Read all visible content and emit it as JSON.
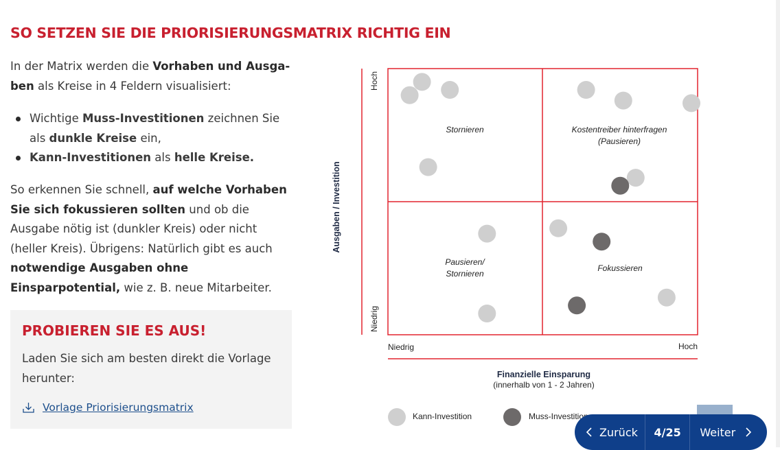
{
  "heading": "SO SETZEN SIE DIE PRIORISIERUNGSMATRIX RICHTIG EIN",
  "intro": {
    "t1": "In der Matrix werden die ",
    "b1": "Vorhaben und Ausga-ben",
    "t2": " als Kreise in 4 Feldern visualisiert:"
  },
  "bullets": [
    {
      "t1": "Wichtige ",
      "b1": "Muss-Investitionen",
      "t2": " zeichnen Sie als ",
      "b2": "dunkle Kreise",
      "t3": " ein,"
    },
    {
      "t1": "",
      "b1": "Kann-Investitionen",
      "t2": " als ",
      "b2": "helle Kreise.",
      "t3": ""
    }
  ],
  "para2": {
    "t1": "So erkennen Sie schnell, ",
    "b1": "auf welche Vorhaben Sie sich fokussieren sollten",
    "t2": " und ob die Ausgabe nötig ist (dunkler Kreis) oder nicht (heller Kreis). Übrigens: Natürlich gibt es auch ",
    "b2": "notwendige Ausgaben ohne Einsparpotential,",
    "t3": " wie z. B. neue Mitarbeiter."
  },
  "tip": {
    "title": "PROBIEREN SIE ES AUS!",
    "text": "Laden Sie sich am besten direkt die Vorlage herunter:",
    "link": "Vorlage Priorisierungsmatrix",
    "link_icon": "download-icon"
  },
  "matrix": {
    "y_axis_label": "Ausgaben / Investition",
    "y_high": "Hoch",
    "y_low": "Niedrig",
    "x_low": "Niedrig",
    "x_high": "Hoch",
    "x_axis_title": "Finanzielle Einsparung",
    "x_axis_subtitle": "(innerhalb von 1 - 2 Jahren)",
    "q_top_left": "Stornieren",
    "q_top_right_1": "Kostentreiber hinterfragen",
    "q_top_right_2": "(Pausieren)",
    "q_bottom_left_1": "Pausieren/",
    "q_bottom_left_2": "Stornieren",
    "q_bottom_right": "Fokussieren",
    "legend_light": "Kann-Investition",
    "legend_dark": "Muss-Investition",
    "light_color": "#cfcfcf",
    "dark_color": "#6d6a6a",
    "line_color": "#e2232e",
    "points": [
      {
        "type": "kann",
        "x": 0.11,
        "y": 0.95
      },
      {
        "type": "kann",
        "x": 0.2,
        "y": 0.92
      },
      {
        "type": "kann",
        "x": 0.07,
        "y": 0.9
      },
      {
        "type": "kann",
        "x": 0.98,
        "y": 0.87
      },
      {
        "type": "kann",
        "x": 0.64,
        "y": 0.92
      },
      {
        "type": "kann",
        "x": 0.76,
        "y": 0.88
      },
      {
        "type": "kann",
        "x": 0.13,
        "y": 0.63
      },
      {
        "type": "kann",
        "x": 0.8,
        "y": 0.59
      },
      {
        "type": "muss",
        "x": 0.75,
        "y": 0.56
      },
      {
        "type": "kann",
        "x": 0.32,
        "y": 0.38
      },
      {
        "type": "kann",
        "x": 0.55,
        "y": 0.4
      },
      {
        "type": "muss",
        "x": 0.69,
        "y": 0.35
      },
      {
        "type": "kann",
        "x": 0.9,
        "y": 0.14
      },
      {
        "type": "muss",
        "x": 0.61,
        "y": 0.11
      },
      {
        "type": "kann",
        "x": 0.32,
        "y": 0.08
      }
    ]
  },
  "nav": {
    "prev": "Zurück",
    "count": "4/25",
    "next": "Weiter"
  }
}
